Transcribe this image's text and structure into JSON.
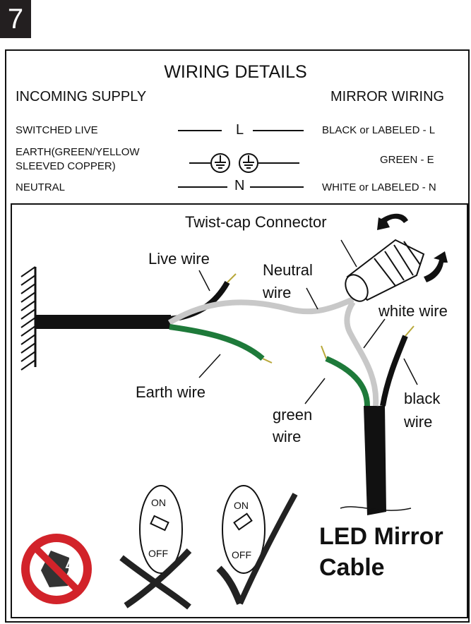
{
  "step_number": "7",
  "title": "WIRING DETAILS",
  "incoming_header": "INCOMING SUPPLY",
  "mirror_header": "MIRROR WIRING",
  "rows": [
    {
      "incoming": "SWITCHED LIVE",
      "symbol": "L",
      "mirror": "BLACK or LABELED - L"
    },
    {
      "incoming_line1": "EARTH(GREEN/YELLOW",
      "incoming_line2": "SLEEVED COPPER)",
      "mirror": "GREEN - E"
    },
    {
      "incoming": "NEUTRAL",
      "symbol": "N",
      "mirror": "WHITE or LABELED - N"
    }
  ],
  "diagram": {
    "twist_cap": "Twist-cap Connector",
    "live_wire": "Live wire",
    "neutral_wire_1": "Neutral",
    "neutral_wire_2": "wire",
    "white_wire": "white wire",
    "earth_wire": "Earth wire",
    "green_wire_1": "green",
    "green_wire_2": "wire",
    "black_wire_1": "black",
    "black_wire_2": "wire",
    "switch_on": "ON",
    "switch_off": "OFF",
    "cable_title_1": "LED Mirror",
    "cable_title_2": "Cable"
  },
  "colors": {
    "wire_black": "#111111",
    "wire_grey": "#c8c8c8",
    "wire_green": "#1e7a3a",
    "wire_tip": "#b8a83a",
    "warning_red": "#d2232a"
  }
}
